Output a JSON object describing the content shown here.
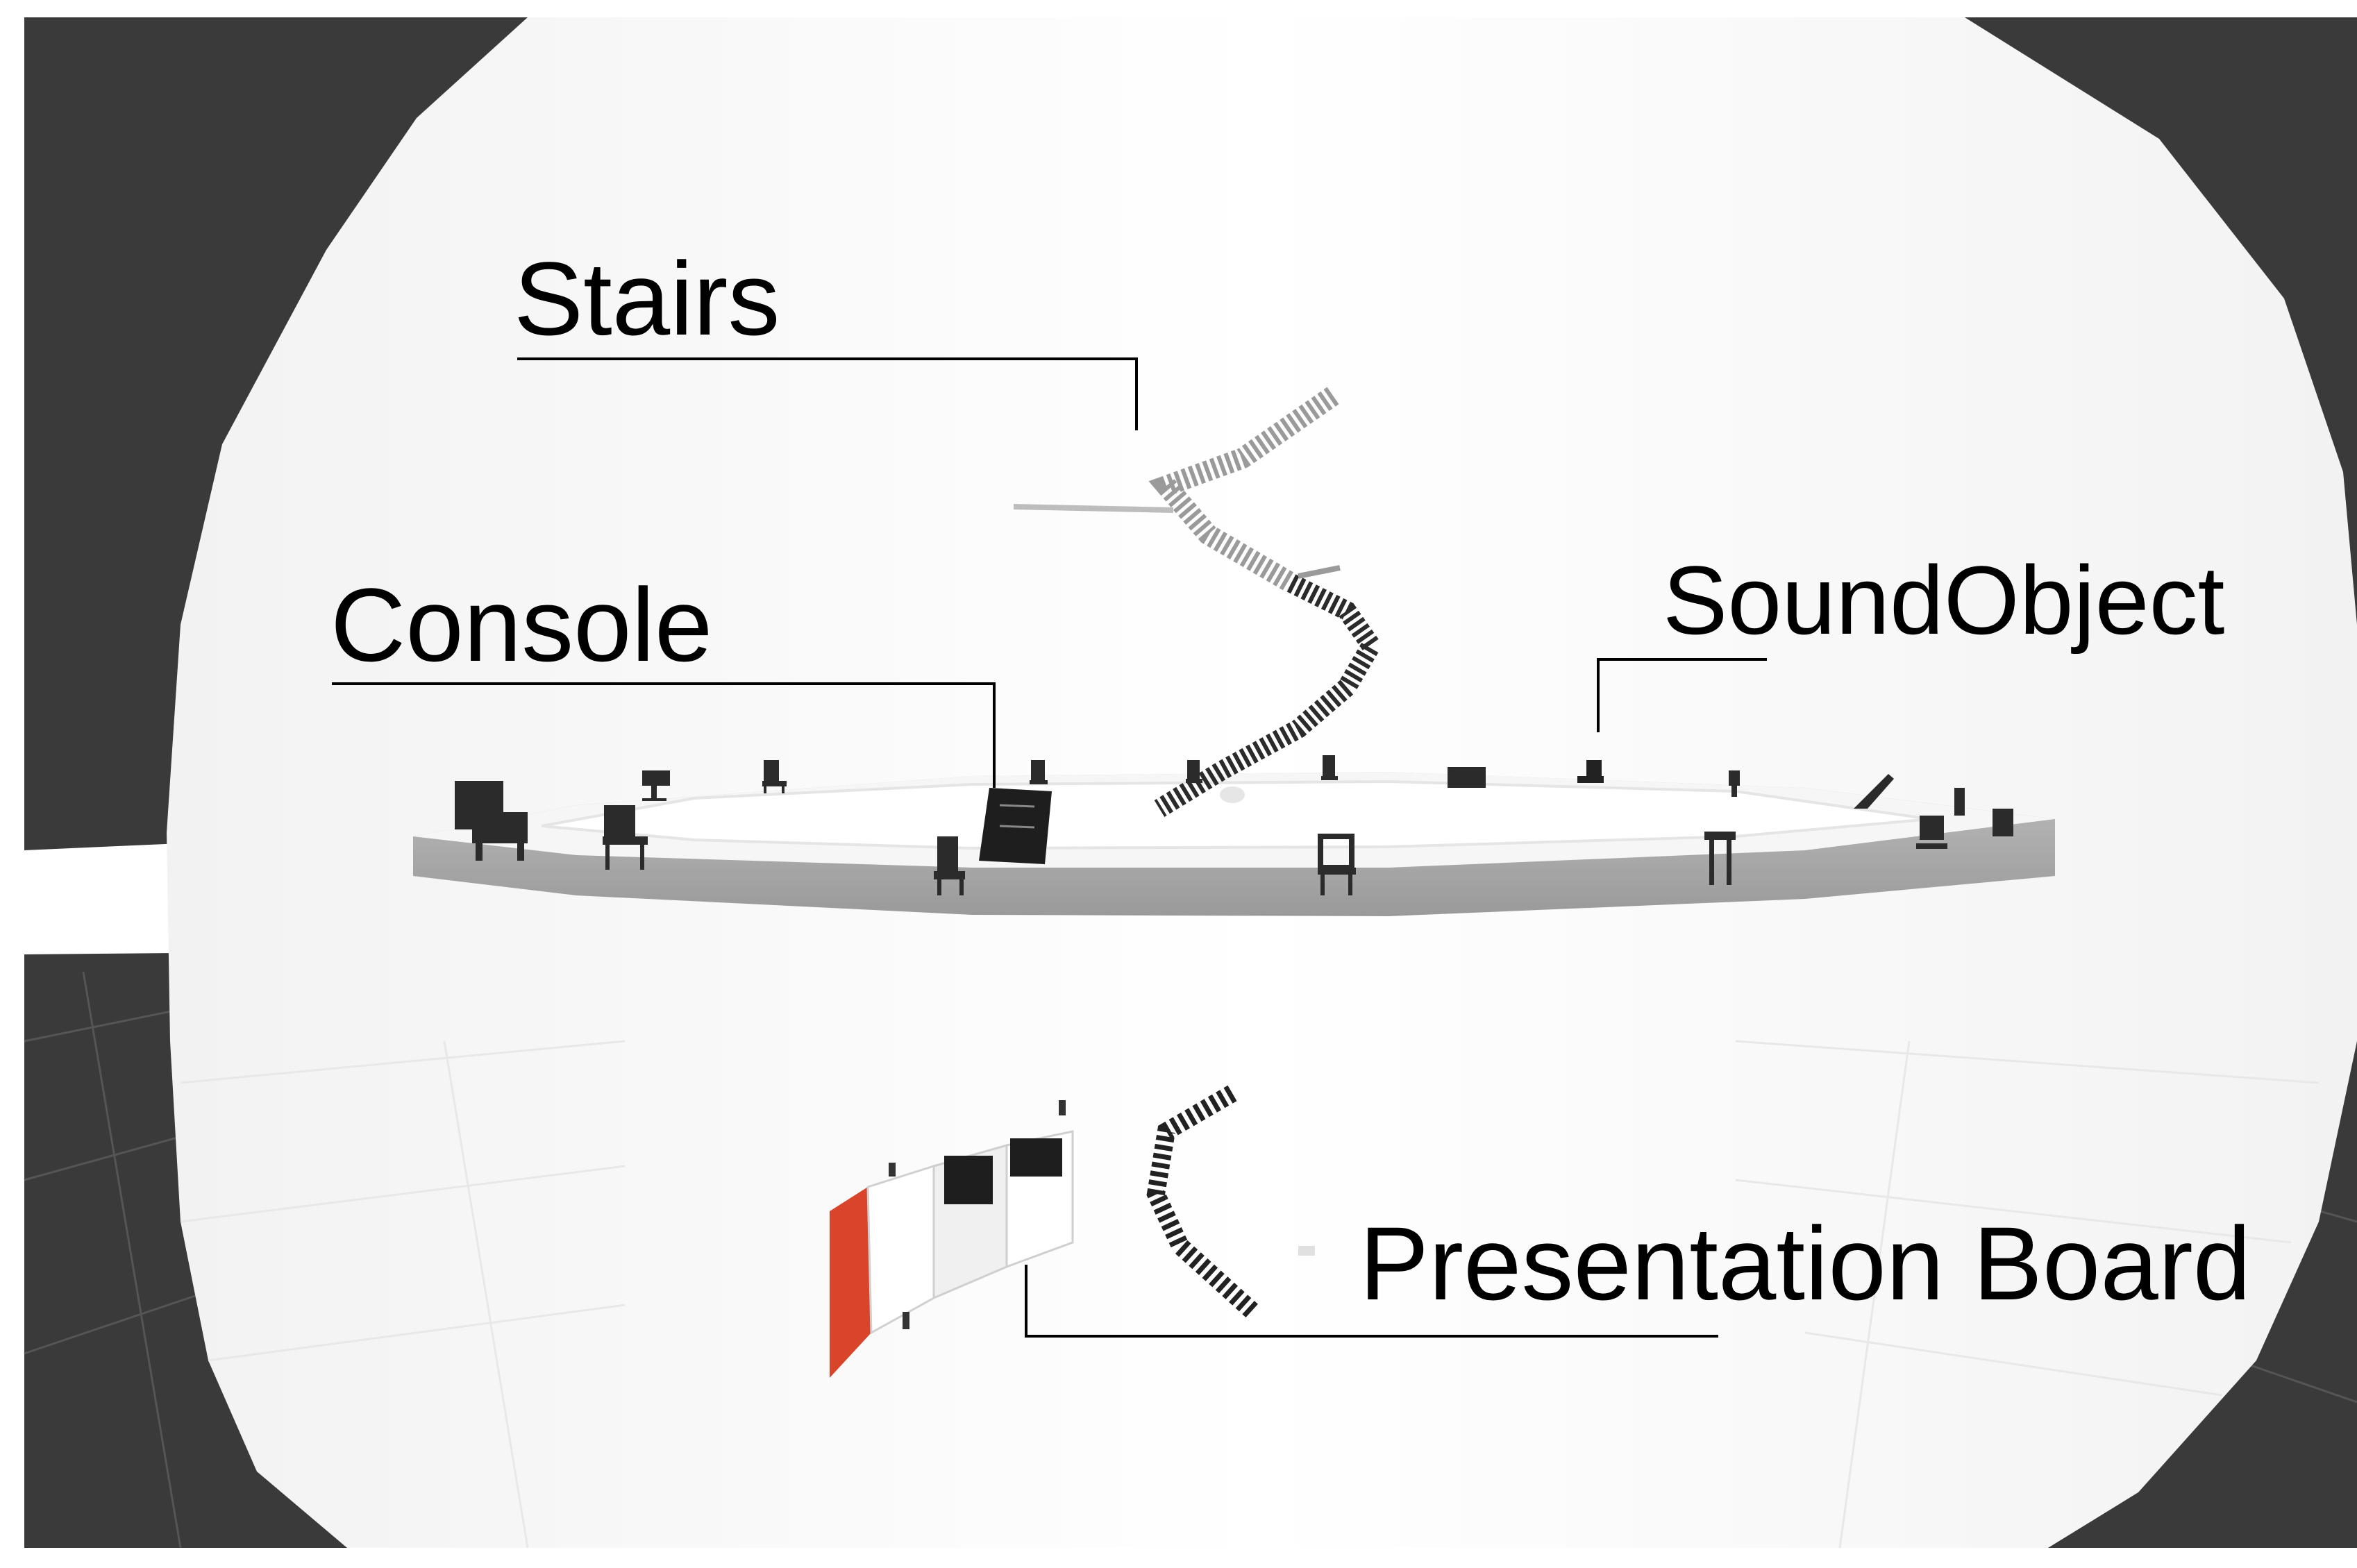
{
  "labels": {
    "stairs": "Stairs",
    "console": "Console",
    "sound_object": "SoundObject",
    "presentation_board": "Presentation Board"
  },
  "colors": {
    "background_dark": "#3a3a3a",
    "dome_white": "#ffffff",
    "platform_gray": "#a8a8a8",
    "board_accent_red": "#d8452a",
    "leader_line": "#000000"
  },
  "icons": [
    "stairs-icon",
    "console-icon",
    "chair-icon",
    "sound-object-icon",
    "presentation-board-icon"
  ]
}
